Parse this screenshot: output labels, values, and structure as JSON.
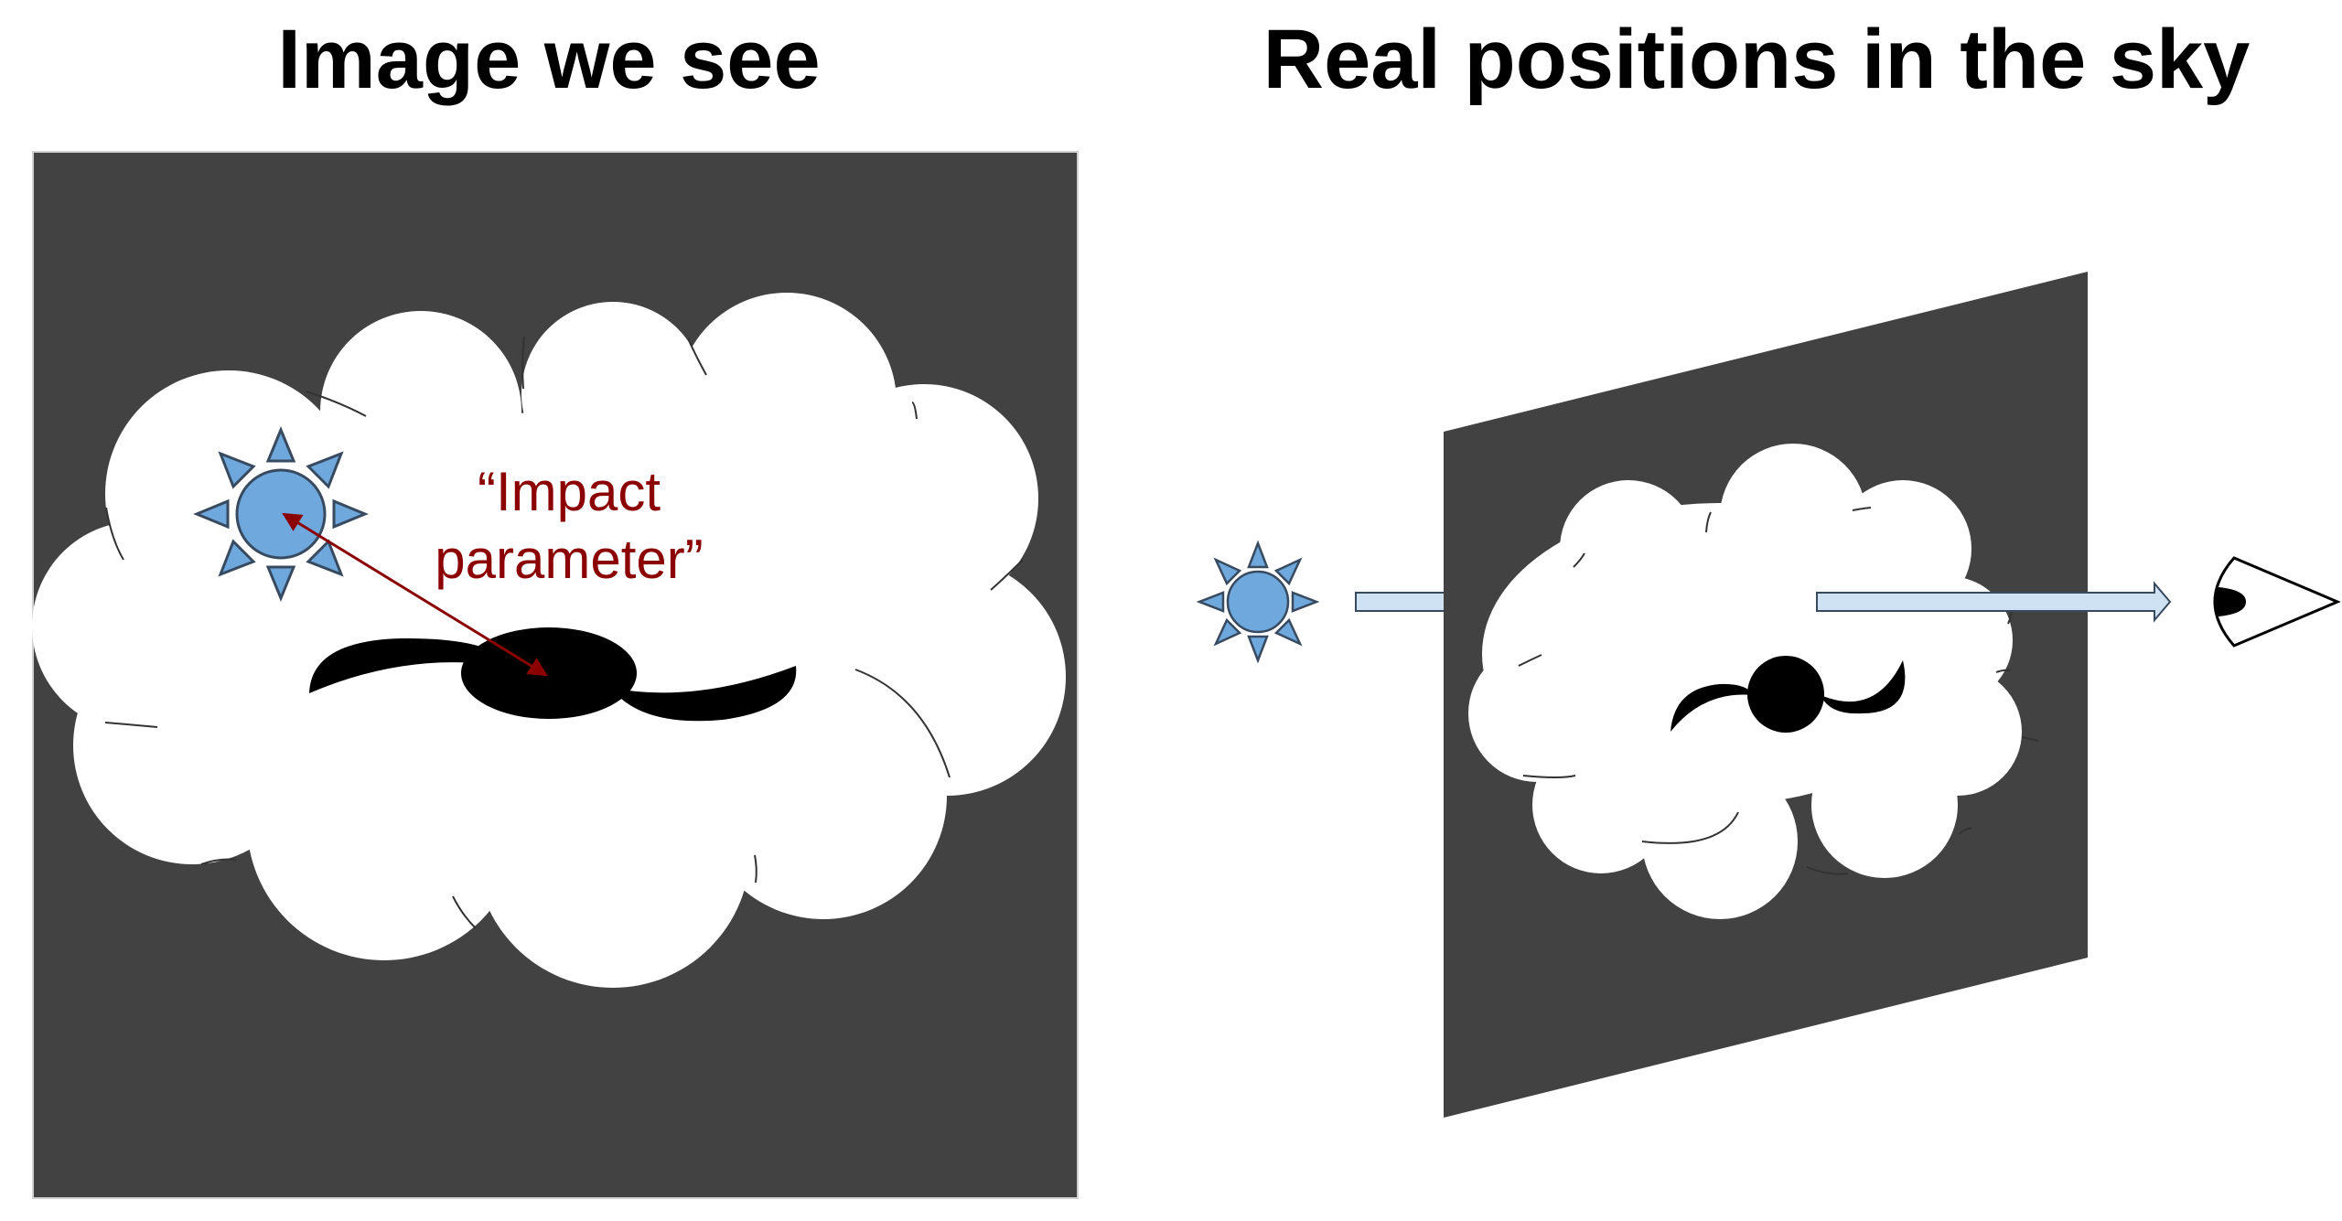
{
  "titles": {
    "left": "Image we see",
    "right": "Real positions in the sky"
  },
  "annotation": {
    "line1": "“Impact",
    "line2": "parameter”"
  },
  "colors": {
    "panel": "#424242",
    "cloud": "#ffffff",
    "star_fill": "#6fa8dc",
    "star_stroke": "#384a60",
    "annotation": "#8b0000",
    "light_beam": "#cfe2f3",
    "lens_object": "#000000"
  },
  "icons": {
    "star": "sun-star-icon",
    "lens": "black-lens-object",
    "observer": "eye-icon",
    "light": "light-beam-arrow"
  }
}
